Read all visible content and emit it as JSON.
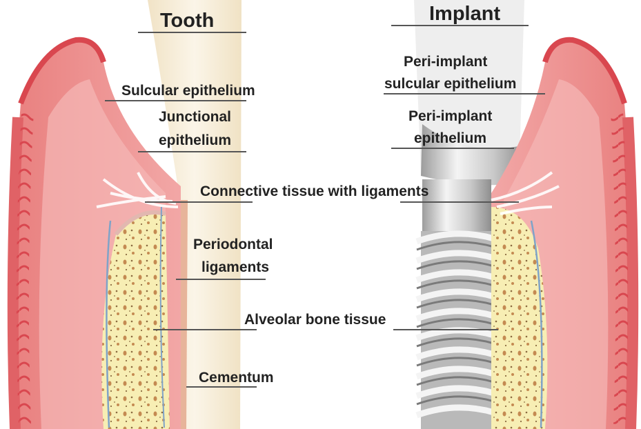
{
  "titles": {
    "tooth": "Tooth",
    "implant": "Implant"
  },
  "labels": {
    "sulcular_epithelium": "Sulcular epithelium",
    "junctional_epithelium_1": "Junctional",
    "junctional_epithelium_2": "epithelium",
    "peri_implant_sulcular_1": "Peri-implant",
    "peri_implant_sulcular_2": "sulcular epithelium",
    "peri_implant_epithelium_1": "Peri-implant",
    "peri_implant_epithelium_2": "epithelium",
    "connective_tissue": "Connective tissue with ligaments",
    "periodontal_ligaments_1": "Periodontal",
    "periodontal_ligaments_2": "ligaments",
    "alveolar_bone": "Alveolar bone tissue",
    "cementum": "Cementum"
  },
  "colors": {
    "gum": "#ee8c8c",
    "gum_dark": "#d9474f",
    "gum_light": "#f7c1c0",
    "bone": "#f7eeb4",
    "bone_spot": "#c48a52",
    "tooth": "#f8efdc",
    "implant_metal": "#cfcfcf",
    "leader_line": "#555555"
  }
}
